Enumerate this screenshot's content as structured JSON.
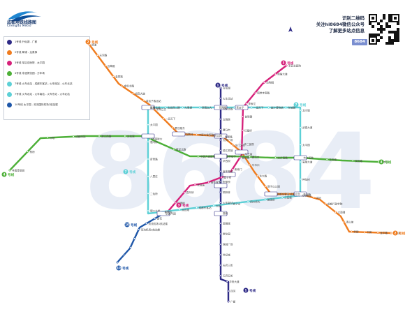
{
  "header": {
    "title": "成都地铁线路图",
    "subtitle": "Chengdu Metro",
    "promo_lines": [
      "识别二维码",
      "关注hi8684微信公众号",
      "了解更多站点信息"
    ],
    "badge": "8684",
    "watermark": "8684"
  },
  "legend": [
    {
      "label": "1号线  升仙湖 - 广都",
      "color": "#2e2a86",
      "num": "1"
    },
    {
      "label": "2号线  犀浦 - 龙泉驿",
      "color": "#f07c1e",
      "num": "2"
    },
    {
      "label": "3号线  军区总医院 - 太平园",
      "color": "#d6217a",
      "num": "3"
    },
    {
      "label": "4号线  非遗博览园 - 万年场",
      "color": "#4db038",
      "num": "4"
    },
    {
      "label": "7号线  火车北站 - 成都东客站 - 火车南站 - 火车北站",
      "color": "#5dd0d6",
      "num": "7"
    },
    {
      "label": "7号线  火车北站 - 火车南站 - 火车东站 - 火车北站",
      "color": "#5dd0d6",
      "num": "7"
    },
    {
      "label": "10号线  太平园 - 双流国际机场2航站楼",
      "color": "#1e56a8",
      "num": "10"
    }
  ],
  "line_labels": [
    {
      "text": "号线",
      "num": "1",
      "color": "#2e2a86"
    },
    {
      "text": "号线",
      "num": "1",
      "color": "#2e2a86"
    },
    {
      "text": "号线",
      "num": "2",
      "color": "#f07c1e"
    },
    {
      "text": "号线",
      "num": "2",
      "color": "#f07c1e"
    },
    {
      "text": "号线",
      "num": "3",
      "color": "#d6217a"
    },
    {
      "text": "号线",
      "num": "3",
      "color": "#d6217a"
    },
    {
      "text": "号线",
      "num": "4",
      "color": "#4db038"
    },
    {
      "text": "号线",
      "num": "4",
      "color": "#4db038"
    },
    {
      "text": "号线",
      "num": "7",
      "color": "#5dd0d6"
    },
    {
      "text": "号线",
      "num": "7",
      "color": "#5dd0d6"
    },
    {
      "text": "号线",
      "num": "10",
      "color": "#1e56a8"
    },
    {
      "text": "号线",
      "num": "10",
      "color": "#1e56a8"
    }
  ],
  "stations": [
    "升仙湖",
    "火车北站",
    "人民北路",
    "文殊院",
    "骡马市",
    "天府广场",
    "锦江宾馆",
    "华西坝",
    "省体育馆",
    "倪家桥",
    "桐梓林",
    "火车南站",
    "高新",
    "金融城",
    "孵化园",
    "锦城广场",
    "世纪城",
    "天府三街",
    "天府五街",
    "华府大道",
    "四河",
    "广都",
    "犀浦",
    "天河路",
    "百草路",
    "金周路",
    "金科北路",
    "迎宾大道",
    "茶店子客运站",
    "羊犀立交",
    "一品天下",
    "蜀汉路东",
    "白果林",
    "中医大省医院",
    "人民公园",
    "春熙路",
    "东门大桥",
    "牛王庙",
    "牛市口",
    "东大路",
    "塔子山公园",
    "成都东客站",
    "成渝立交",
    "惠王陵",
    "洪河",
    "成都行政学院",
    "大面铺",
    "连山坡",
    "界牌",
    "书房",
    "龙平路",
    "龙泉驿",
    "军区总医院",
    "熊猫大道",
    "动物园",
    "昭觉寺南路",
    "李家沱",
    "前锋路",
    "红星桥",
    "市二医院",
    "春熙路",
    "新南门",
    "磨子桥",
    "省体育馆",
    "衣冠庙",
    "高升桥",
    "红牌楼",
    "太平园",
    "非遗博览园",
    "蔡桥",
    "中坝",
    "成都西站",
    "清江西路",
    "文化宫",
    "西南财大",
    "草堂北路",
    "中医大省医院",
    "宽窄巷子",
    "骡马市",
    "太升南路",
    "市二医院",
    "玉双路",
    "双桥路",
    "万年场",
    "火车北站",
    "北站西二路",
    "九里堤",
    "西南交大",
    "花照壁",
    "茶店子",
    "一品天下",
    "金沙博物馆",
    "东坡路",
    "龙爪堰",
    "武侯大道",
    "太平园",
    "高朋大道",
    "神仙树",
    "火车南站",
    "三瓦窑",
    "琉璃场",
    "四川师大",
    "狮子山",
    "大观",
    "成都东客站",
    "双店路",
    "崔家店",
    "理工大学",
    "二仙桥",
    "八里庄",
    "府青路",
    "驷马桥",
    "太平园",
    "簇锦",
    "华兴",
    "金花",
    "双流机场1航站楼",
    "双流机场2航站楼"
  ]
}
